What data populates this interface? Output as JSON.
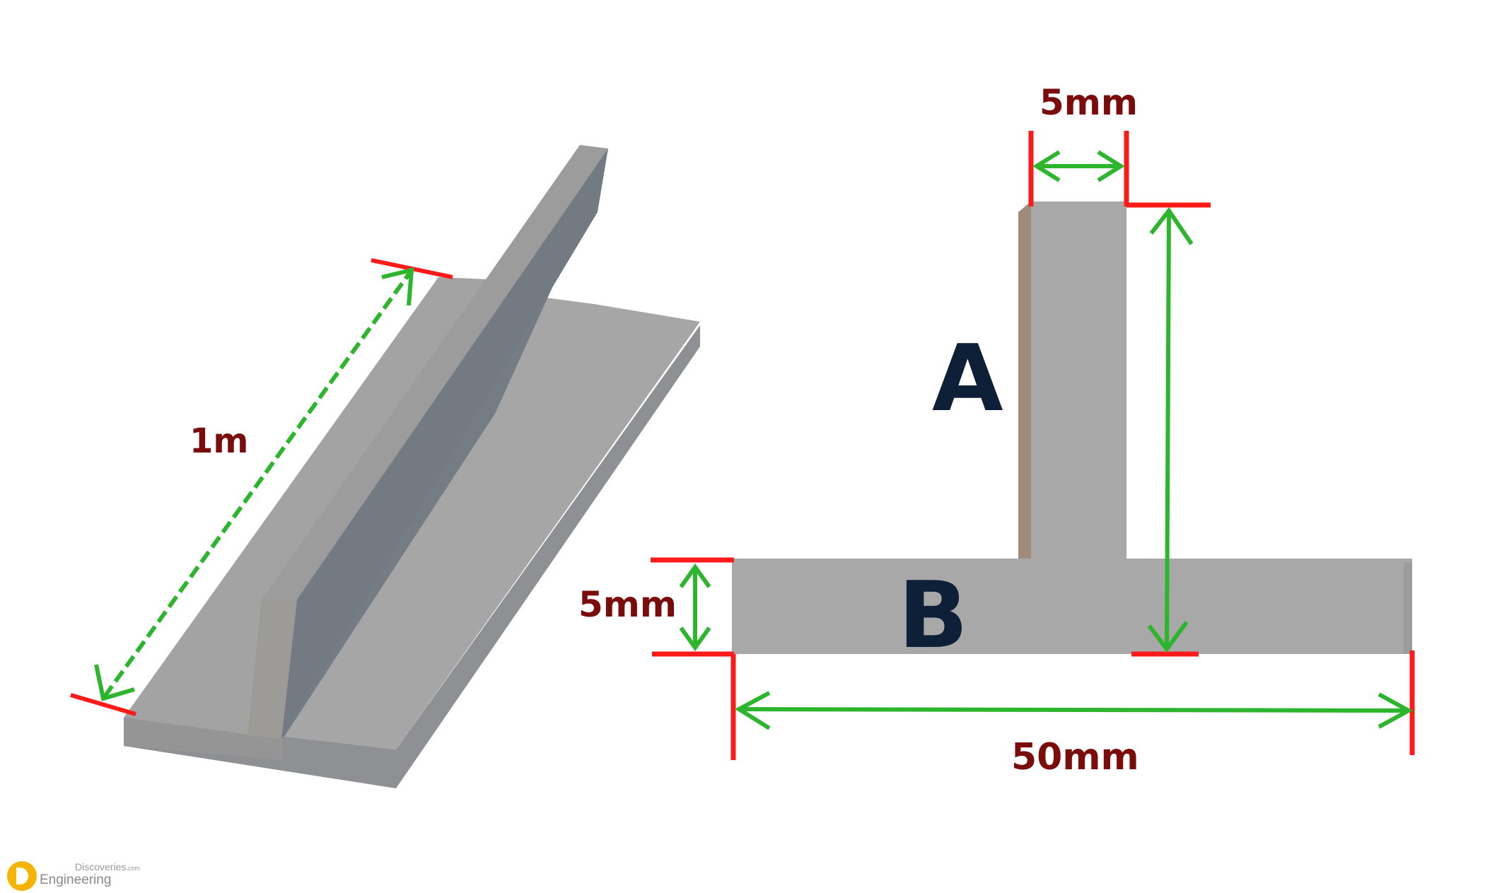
{
  "labels": {
    "length": "1m",
    "web_thickness": "5mm",
    "flange_thickness": "5mm",
    "flange_width": "50mm",
    "part_a": "A",
    "part_b": "B"
  },
  "logo": {
    "line1": "Discoveries",
    "line1_suffix": ".com",
    "line2": "Engineering"
  },
  "colors": {
    "profile_fill": "#a8a8a8",
    "profile_shadow": "#757b82",
    "dimension_arrow": "#2db52d",
    "extension_line": "#ff1a1a",
    "dimension_text": "#7a0c0c",
    "part_text": "#0e2038"
  }
}
